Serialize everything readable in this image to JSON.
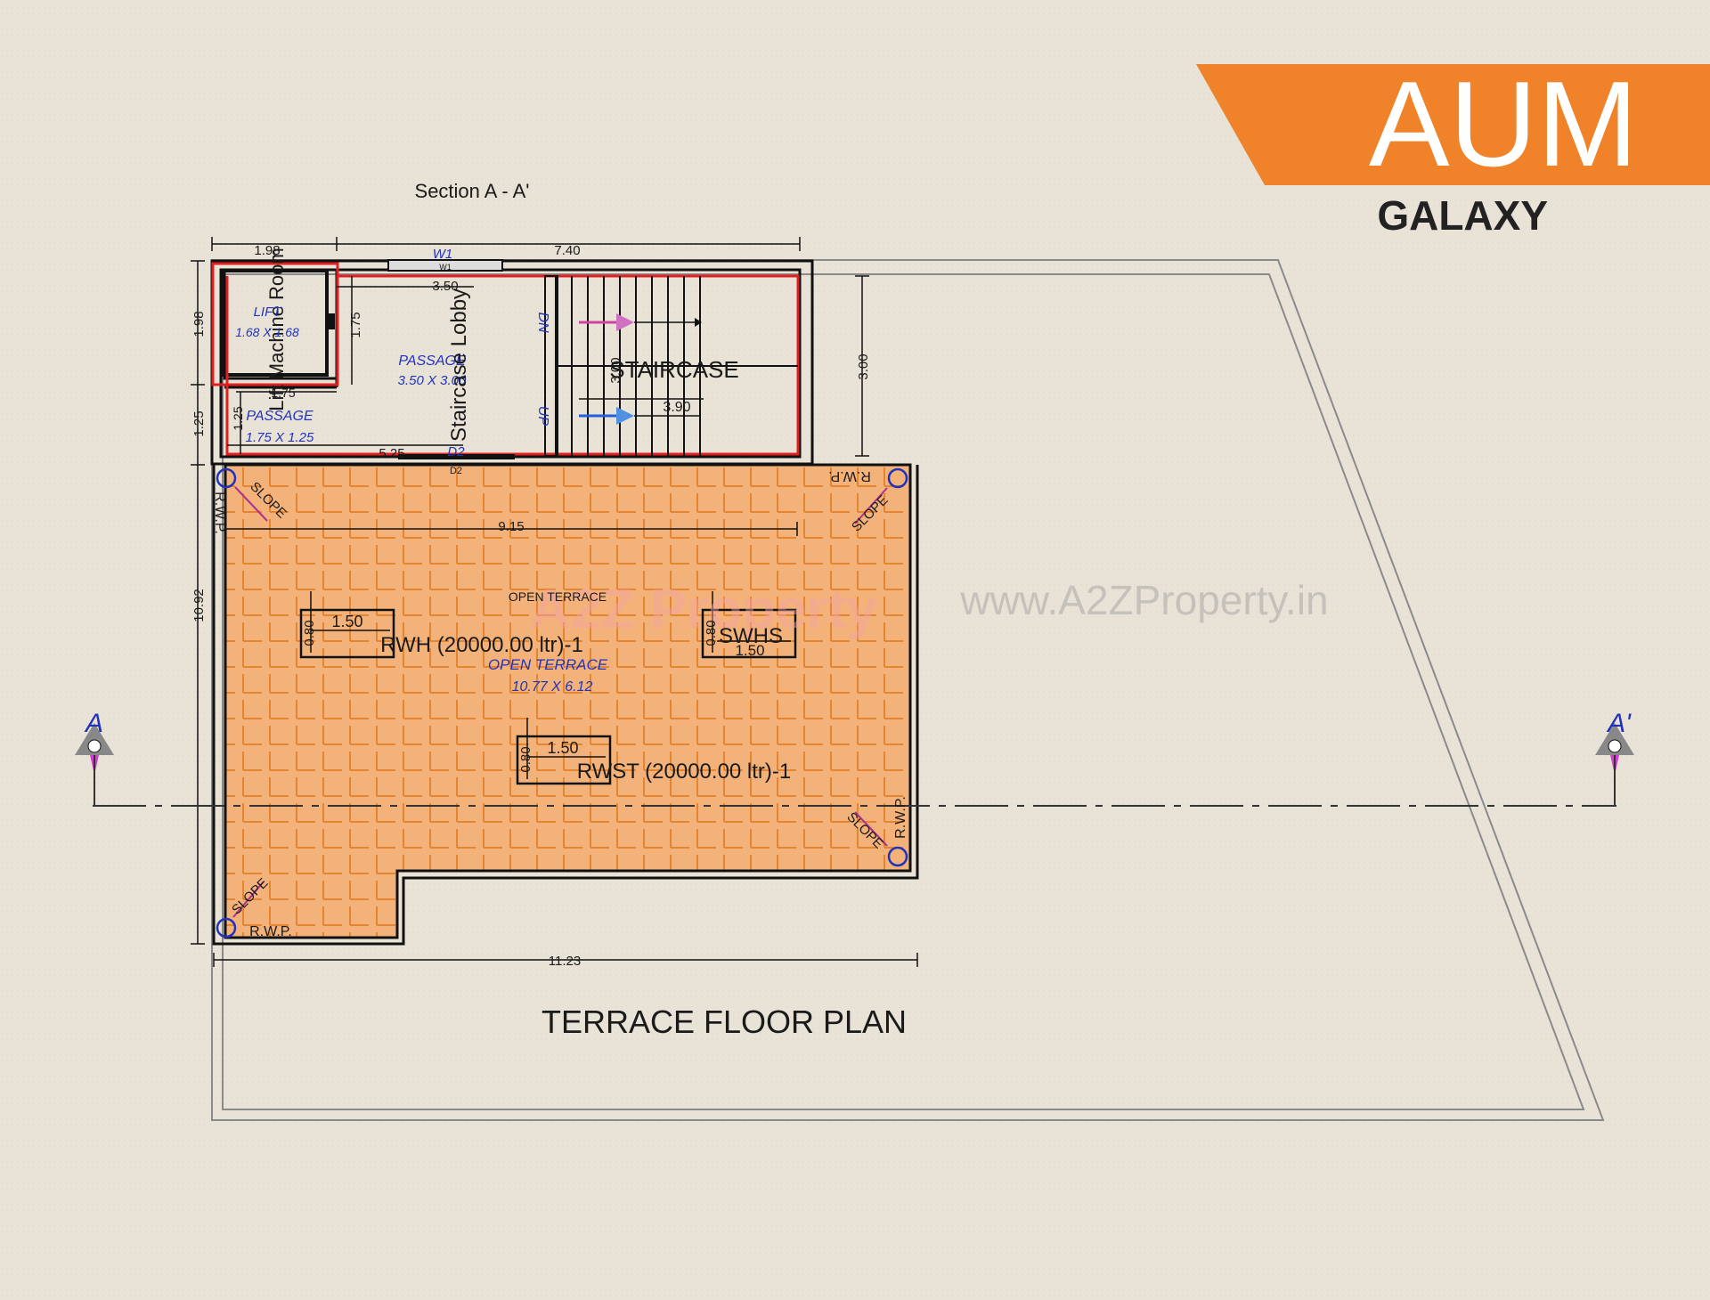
{
  "brand": {
    "name": "AUM",
    "sub": "GALAXY",
    "accent": "#f0832a"
  },
  "watermark": {
    "logo": "A2Z Property",
    "url": "www.A2ZProperty.in"
  },
  "plan": {
    "title": "TERRACE FLOOR PLAN",
    "section_label": "Section A - A'",
    "section_markers": [
      "A",
      "A'"
    ],
    "colors": {
      "terrace_fill": "#f3b27a",
      "grid": "#e6852f",
      "red_outline": "#e02020",
      "blue_text": "#2233bb"
    },
    "dimensions": {
      "top_left": "1.98",
      "top_right": "7.40",
      "left_upper": "1.98",
      "left_mid": "1.25",
      "left_total": "10.92",
      "bottom_total": "11.23",
      "right_stair": "3.00",
      "terrace_width": "9.15",
      "lobby_w": "3.50",
      "lift_h": "1.75",
      "lift_w": "1.75",
      "passage_h": "1.25",
      "passage_w": "5.25",
      "stair_w": "3.90",
      "stair_h": "3.00",
      "rwh_w": "1.50",
      "rwh_h": "0.80",
      "swhs_w": "1.50",
      "swhs_h": "0.80",
      "rwst_w": "1.50",
      "rwst_h": "0.80"
    },
    "labels": {
      "w1": "W1",
      "w1_small": "W1",
      "d2a": "D2",
      "d2b": "D2",
      "lift": "LIFT",
      "lift_dim": "1.68 X 1.68",
      "lift_machine": "Lift Machine Room",
      "passage1": "PASSAGE",
      "passage1_dim": "3.50 X 3.00",
      "passage2": "PASSAGE",
      "passage2_dim": "1.75 X 1.25",
      "staircase_lobby": "Staircase Lobby",
      "staircase": "STAIRCASE",
      "dn": "DN",
      "up": "UP",
      "open_terrace_small": "OPEN TERRACE",
      "open_terrace": "OPEN TERRACE",
      "open_terrace_dim": "10.77 X 6.12",
      "rwh": "RWH (20000.00 ltr)-1",
      "swhs": "SWHS",
      "rwst": "RWST (20000.00 ltr)-1",
      "rwp": "R.W.P.",
      "slope": "SLOPE"
    }
  }
}
